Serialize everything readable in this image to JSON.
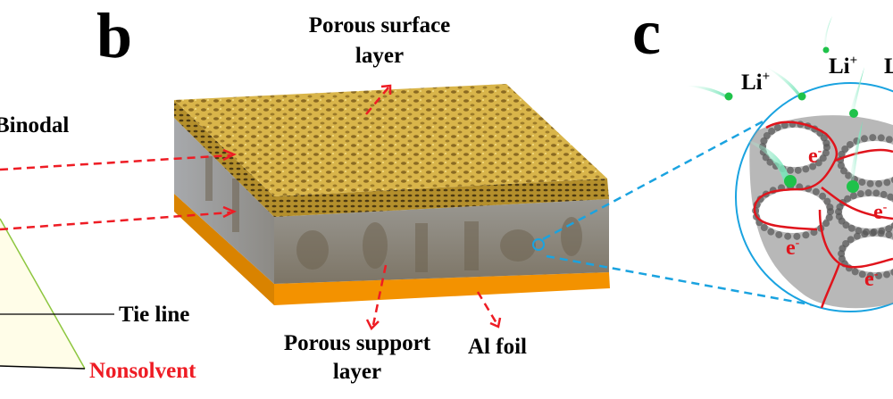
{
  "panel_b": {
    "letter": "b",
    "surface_label_line1": "Porous surface",
    "surface_label_line2": "layer",
    "support_label_line1": "Porous support",
    "support_label_line2": "layer",
    "foil_label": "Al foil"
  },
  "panel_a_fragment": {
    "binodal_label": "Binodal",
    "tie_line_label": "Tie line",
    "nonsolvent_label": "Nonsolvent"
  },
  "panel_c": {
    "letter": "c",
    "li_labels": [
      "Li",
      "Li",
      "L"
    ],
    "li_superscript": "+",
    "electron_label": "e",
    "electron_superscript": "-"
  },
  "colors": {
    "arrow_red": "#ee1c24",
    "zoom_blue": "#1aa3e0",
    "surface_gold": "#c9a43a",
    "support_grey": "#8f8a80",
    "foil_orange": "#f39200",
    "ion_green": "#1fc24a",
    "electron_path_red": "#e0141c",
    "nonsolvent_red": "#ee1c24",
    "binodal_green": "#8dc63f"
  }
}
